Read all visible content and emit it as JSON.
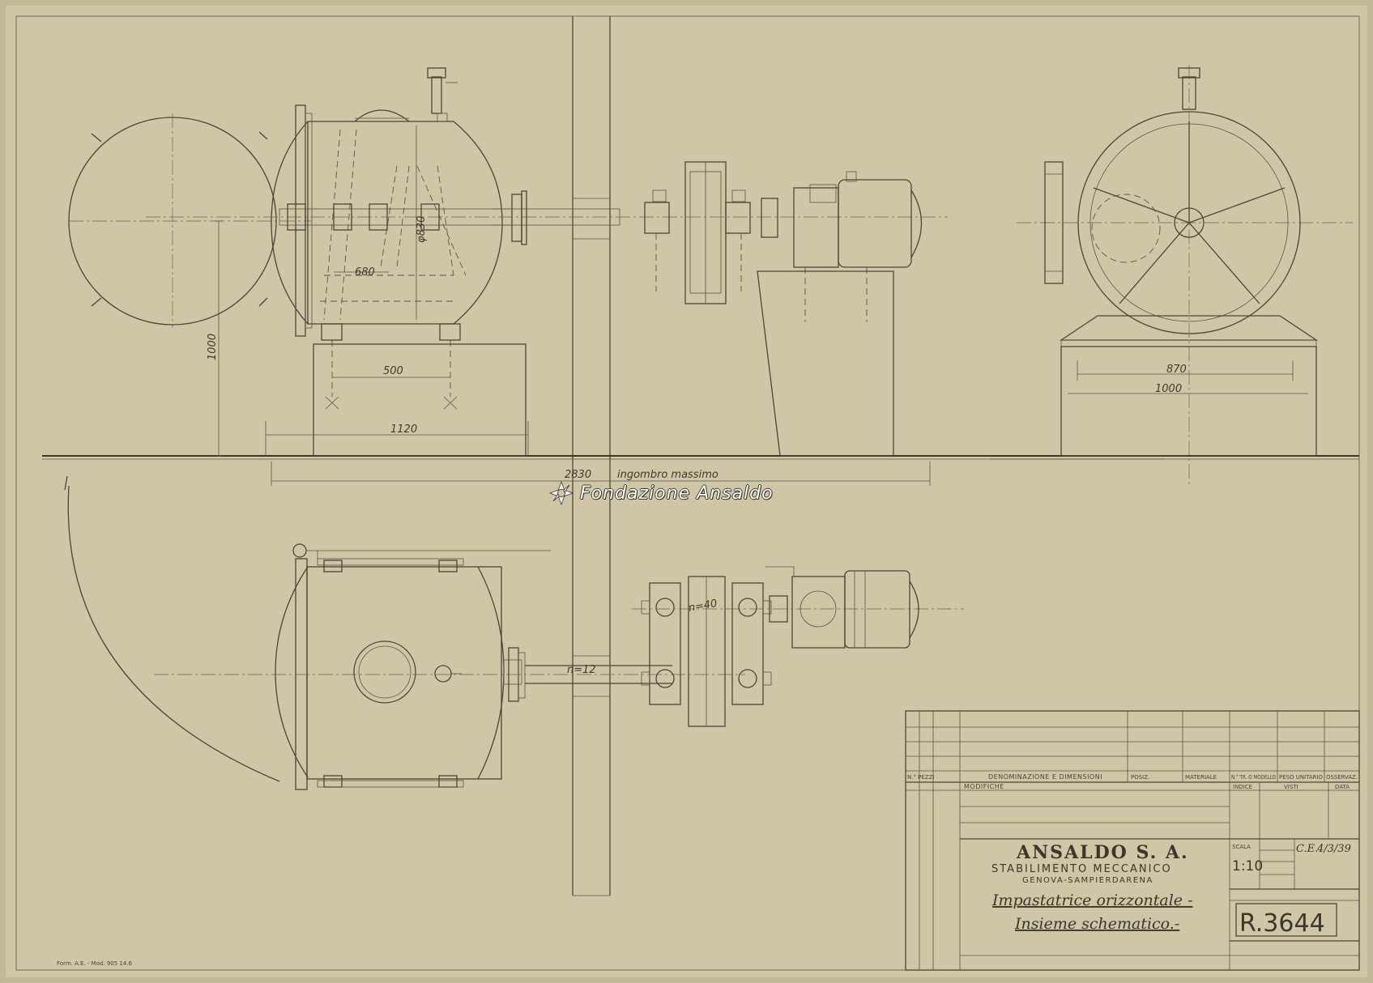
{
  "dimensions": {
    "d830": "φ830",
    "d680": "680",
    "d1000_left": "1000",
    "d500": "500",
    "d1120": "1120",
    "d2830": "2830",
    "overall_note": "ingombro massimo",
    "d870": "870",
    "d1000_right": "1000",
    "n40": "n=40",
    "n12": "n=12"
  },
  "watermark": {
    "text": "Fondazione Ansaldo"
  },
  "title_block": {
    "col_headers": {
      "n_pezzi": "N.° PEZZI",
      "denominazione": "DENOMINAZIONE E DIMENSIONI",
      "posiz": "POSIZ.",
      "materiale": "MATERIALE",
      "n_tr_modello": "N.° TR. O MODELLO",
      "peso_unitario": "PESO UNITARIO",
      "osservazioni": "OSSERVAZ."
    },
    "mod_headers": {
      "modifiche": "MODIFICHE",
      "indice": "INDICE",
      "visti": "VISTI",
      "data": "DATA"
    },
    "company": "ANSALDO S. A.",
    "plant": "STABILIMENTO MECCANICO",
    "location": "GENOVA-SAMPIERDARENA",
    "title_line1": "Impastatrice orizzontale -",
    "title_line2": "Insieme schematico.-",
    "scale_label": "SCALA",
    "scale": "1:10",
    "initials": "C.E.",
    "date": "4/3/39",
    "drawing_number": "R.3644",
    "footer_note": "Form. A.E. - Mod. 905 14.6"
  }
}
